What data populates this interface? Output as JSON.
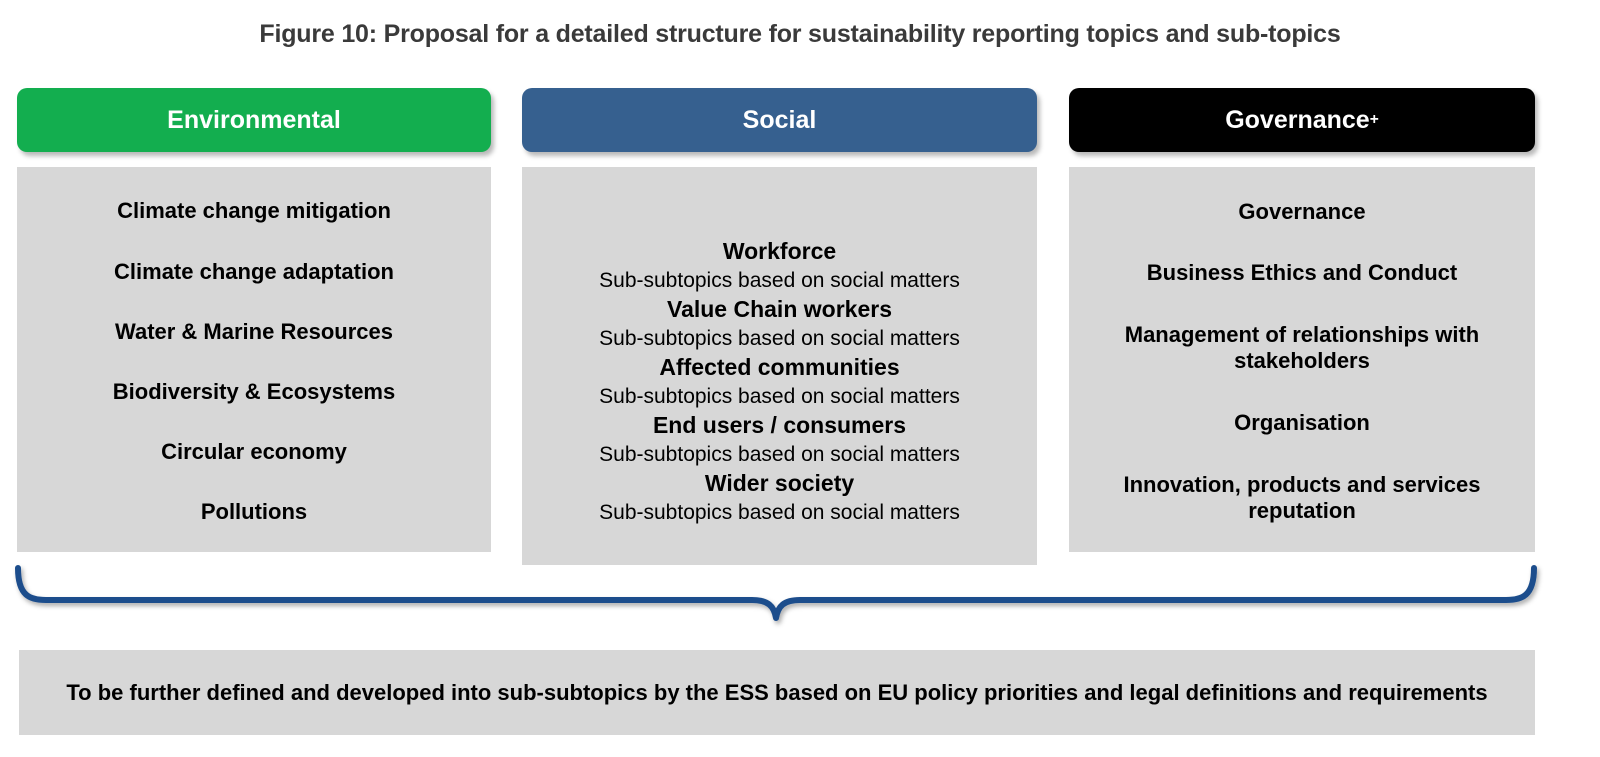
{
  "figure": {
    "title": "Figure 10: Proposal for a detailed structure for sustainability reporting topics and sub-topics"
  },
  "colors": {
    "environmental": "#13ae4f",
    "social": "#36608f",
    "governance": "#000000",
    "panel_background": "#d7d7d7",
    "brace": "#1f4e8c",
    "title_text": "#3a3a3a",
    "header_text": "#ffffff",
    "body_text": "#000000"
  },
  "columns": [
    {
      "id": "environmental",
      "header": "Environmental",
      "header_superscript": "",
      "items": [
        "Climate change mitigation",
        "Climate change adaptation",
        "Water & Marine Resources",
        "Biodiversity & Ecosystems",
        "Circular economy",
        "Pollutions"
      ]
    },
    {
      "id": "social",
      "header": "Social",
      "header_superscript": "",
      "groups": [
        {
          "topic": "Workforce",
          "sub": "Sub-subtopics based on social matters"
        },
        {
          "topic": "Value Chain workers",
          "sub": "Sub-subtopics based on social matters"
        },
        {
          "topic": "Affected communities",
          "sub": "Sub-subtopics based on social matters"
        },
        {
          "topic": "End users / consumers",
          "sub": "Sub-subtopics based on social matters"
        },
        {
          "topic": "Wider society",
          "sub": "Sub-subtopics based on social matters"
        }
      ]
    },
    {
      "id": "governance",
      "header": "Governance",
      "header_superscript": "+",
      "items": [
        "Governance",
        "Business Ethics and Conduct",
        "Management of relationships with stakeholders",
        "Organisation",
        "Innovation, products and services reputation"
      ]
    }
  ],
  "footer": {
    "text": "To be further defined and developed into sub-subtopics by the ESS based on EU policy priorities and legal definitions and requirements"
  }
}
